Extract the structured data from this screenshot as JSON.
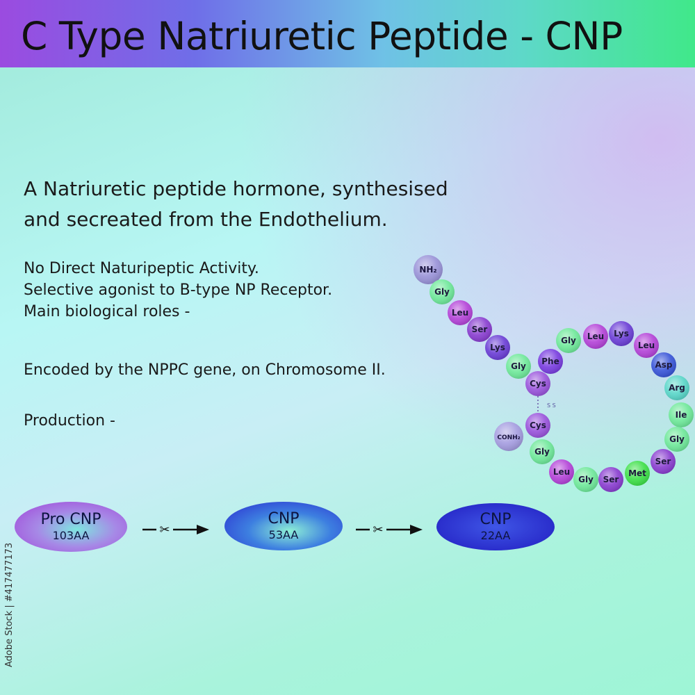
{
  "header": {
    "title": "C Type Natriuretic Peptide - CNP"
  },
  "intro": {
    "line1": "A Natriuretic peptide hormone, synthesised",
    "line2": "and secreated from the Endothelium."
  },
  "facts": {
    "line1": "No Direct Naturipeptic Activity.",
    "line2": "Selective agonist to B-type NP Receptor.",
    "line3": "Main biological roles -"
  },
  "gene_text": "Encoded by the NPPC gene, on Chromosome II.",
  "production_label": "Production -",
  "pathway": {
    "stages": [
      {
        "name": "Pro CNP",
        "length": "103AA"
      },
      {
        "name": "CNP",
        "length": "53AA"
      },
      {
        "name": "CNP",
        "length": "22AA"
      }
    ],
    "cleave_symbol": "✂"
  },
  "molecule": {
    "residues": [
      {
        "label": "NH₂",
        "color": "#9a93d8"
      },
      {
        "label": "Gly",
        "color": "#6fe89a"
      },
      {
        "label": "Leu",
        "color": "#b444d8"
      },
      {
        "label": "Ser",
        "color": "#8a3fd0"
      },
      {
        "label": "Lys",
        "color": "#6c3fd6"
      },
      {
        "label": "Gly",
        "color": "#6fe89a"
      },
      {
        "label": "Phe",
        "color": "#7a3ee0"
      },
      {
        "label": "Cys",
        "color": "#9a55dc"
      },
      {
        "label": "Gly",
        "color": "#6fe89a"
      },
      {
        "label": "Leu",
        "color": "#b444d8"
      },
      {
        "label": "Lys",
        "color": "#6c3fd6"
      },
      {
        "label": "Leu",
        "color": "#b444d8"
      },
      {
        "label": "Asp",
        "color": "#3a56d8"
      },
      {
        "label": "Arg",
        "color": "#5ad6c9"
      },
      {
        "label": "Ile",
        "color": "#6fe89a"
      },
      {
        "label": "Gly",
        "color": "#6fe89a"
      },
      {
        "label": "Ser",
        "color": "#8a3fd0"
      },
      {
        "label": "Met",
        "color": "#3fe04a"
      },
      {
        "label": "Ser",
        "color": "#8a3fd0"
      },
      {
        "label": "Gly",
        "color": "#6fe89a"
      },
      {
        "label": "Leu",
        "color": "#b444d8"
      },
      {
        "label": "Gly",
        "color": "#6fe89a"
      },
      {
        "label": "Cys",
        "color": "#9a55dc"
      },
      {
        "label": "CONH₂",
        "color": "#a59de0"
      }
    ],
    "bridge_label": "S S"
  },
  "watermark": "Adobe Stock | #417477173"
}
